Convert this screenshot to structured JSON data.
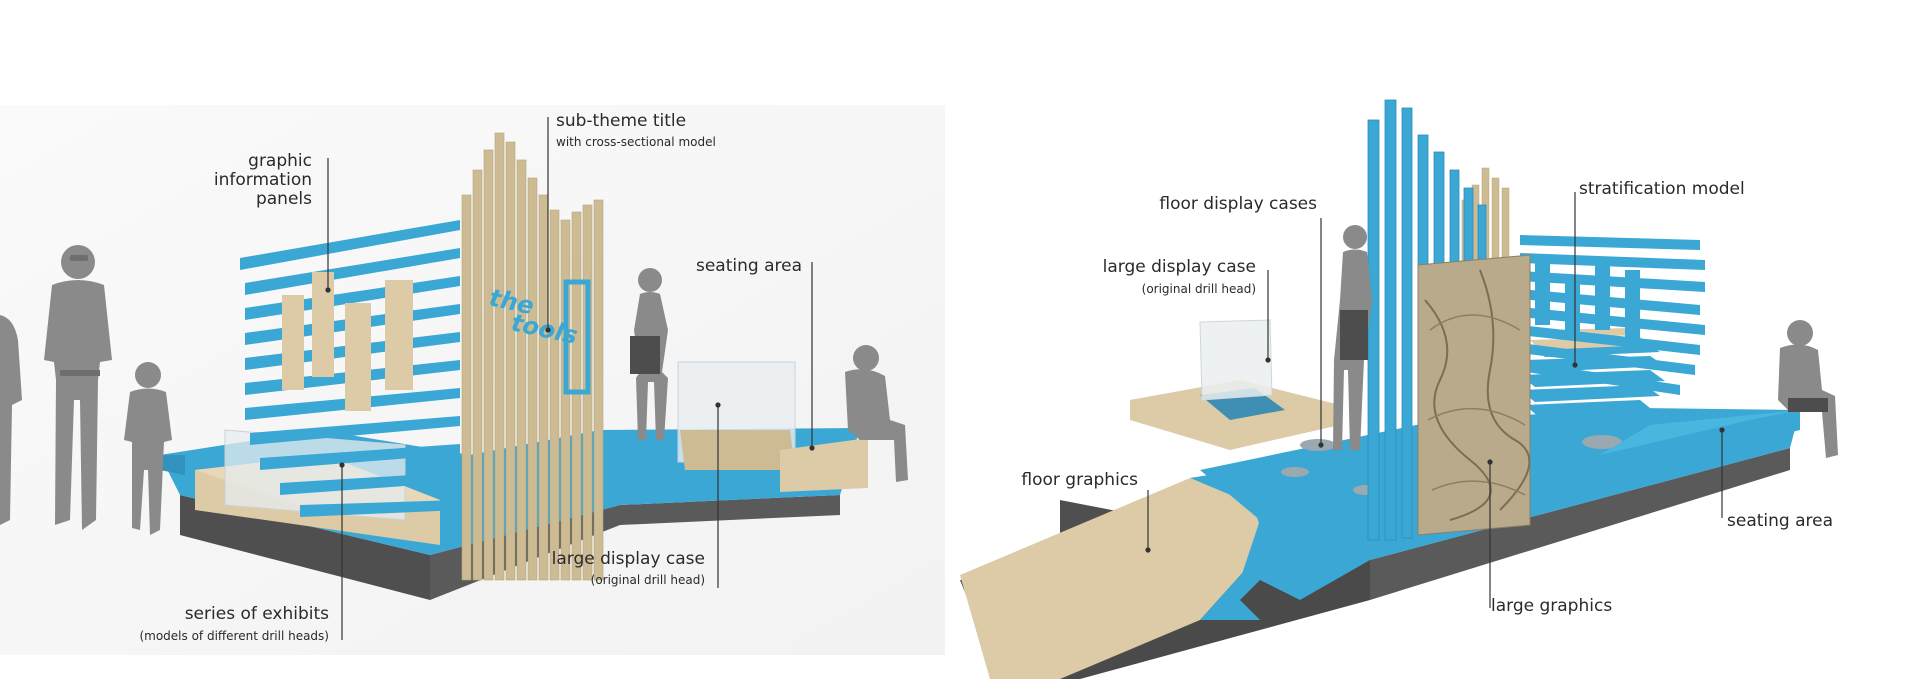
{
  "left_panel": {
    "callouts": {
      "sub_theme": {
        "title": "sub-theme title",
        "note": "with cross-sectional model"
      },
      "info_panels": {
        "line1": "graphic",
        "line2": "information",
        "line3": "panels"
      },
      "seating": {
        "title": "seating area"
      },
      "display_case": {
        "title": "large display case",
        "note": "(original drill head)"
      },
      "exhibits": {
        "title": "series of exhibits",
        "note": "(models of different drill heads)"
      }
    },
    "signage": {
      "line1": "the",
      "line2": "tools"
    }
  },
  "right_panel": {
    "callouts": {
      "floor_cases": {
        "title": "floor display cases"
      },
      "display_case": {
        "title": "large display case",
        "note": "(original drill head)"
      },
      "stratification": {
        "title": "stratification model"
      },
      "floor_graphics": {
        "title": "floor graphics"
      },
      "seating": {
        "title": "seating area"
      },
      "large_graphics": {
        "title": "large graphics"
      }
    }
  },
  "colors": {
    "accent_blue": "#3aa7d4",
    "sand": "#dccba6",
    "base_dark": "#555555",
    "figure_grey": "#8a8a8a",
    "leader_line": "#333333"
  }
}
